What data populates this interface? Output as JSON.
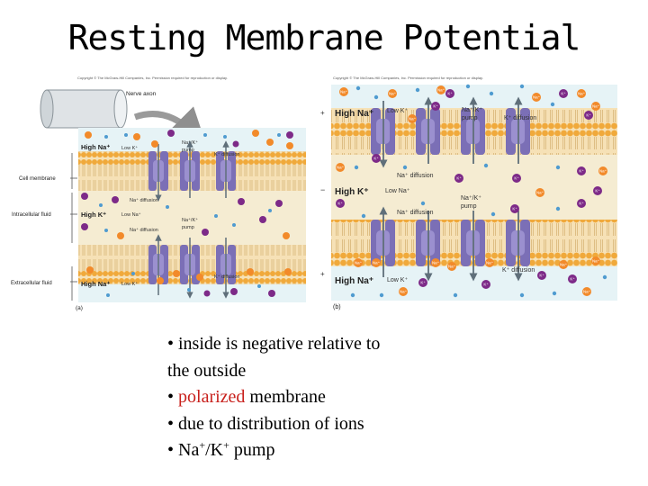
{
  "title": "Resting Membrane Potential",
  "copyright": "Copyright © The McGraw-Hill Companies, Inc. Permission required for reproduction or display.",
  "panel_a": {
    "label": "(a)",
    "nerve_axon": "Nerve axon",
    "left_labels": {
      "cell_membrane": "Cell membrane",
      "intracellular": "Intracellular fluid",
      "extracellular": "Extracellular fluid"
    },
    "top": {
      "high": "High Na⁺",
      "low": "Low K⁺",
      "pump": [
        "Na⁺/K⁺",
        "pump"
      ],
      "k_diff": "K⁺ diffusion"
    },
    "middle": {
      "na_diff_1": "Na⁺ diffusion",
      "high": "High K⁺",
      "low": "Low Na⁺",
      "pump": [
        "Na⁺/K⁺",
        "pump"
      ],
      "na_diff_2": "Na⁺ diffusion"
    },
    "bottom": {
      "k_diff": "K⁺ diffusion",
      "high": "High Na⁺",
      "low": "Low K⁺"
    }
  },
  "panel_b": {
    "label": "(b)",
    "signs": {
      "top": "+",
      "middle": "−",
      "bottom": "+"
    },
    "top": {
      "high": "High Na⁺",
      "low": "Low K⁺",
      "pump": [
        "Na⁺/K⁺",
        "pump"
      ],
      "k_diff": "K⁺ diffusion"
    },
    "middle": {
      "na_diff_1": "Na⁺ diffusion",
      "high": "High K⁺",
      "low": "Low Na⁺",
      "pump": [
        "Na⁺/K⁺",
        "pump"
      ],
      "na_diff_2": "Na⁺ diffusion"
    },
    "bottom": {
      "k_diff": "K⁺ diffusion",
      "high": "High Na⁺",
      "low": "Low K⁺"
    }
  },
  "ion_tags": {
    "na": "Na⁺",
    "k": "K⁺"
  },
  "bullets": {
    "b1": "• inside is negative relative to",
    "b1b": "the outside",
    "b2_bullet": "• ",
    "b2_red": "polarized",
    "b2_rest": " membrane",
    "b3": "• due to distribution of ions",
    "b4_bullet": "• Na",
    "b4_sup1": "+",
    "b4_mid": "/K",
    "b4_sup2": "+",
    "b4_rest": " pump"
  },
  "colors": {
    "extracellular": "#e6f3f6",
    "intracellular": "#f5ecd2",
    "membrane_head": "#f0b545",
    "membrane_tail": "#f3d9a8",
    "channel": "#7b6fb6",
    "na_ion": "#f28a2a",
    "k_ion": "#7d2a88",
    "small_ion": "#4f9bd0"
  }
}
